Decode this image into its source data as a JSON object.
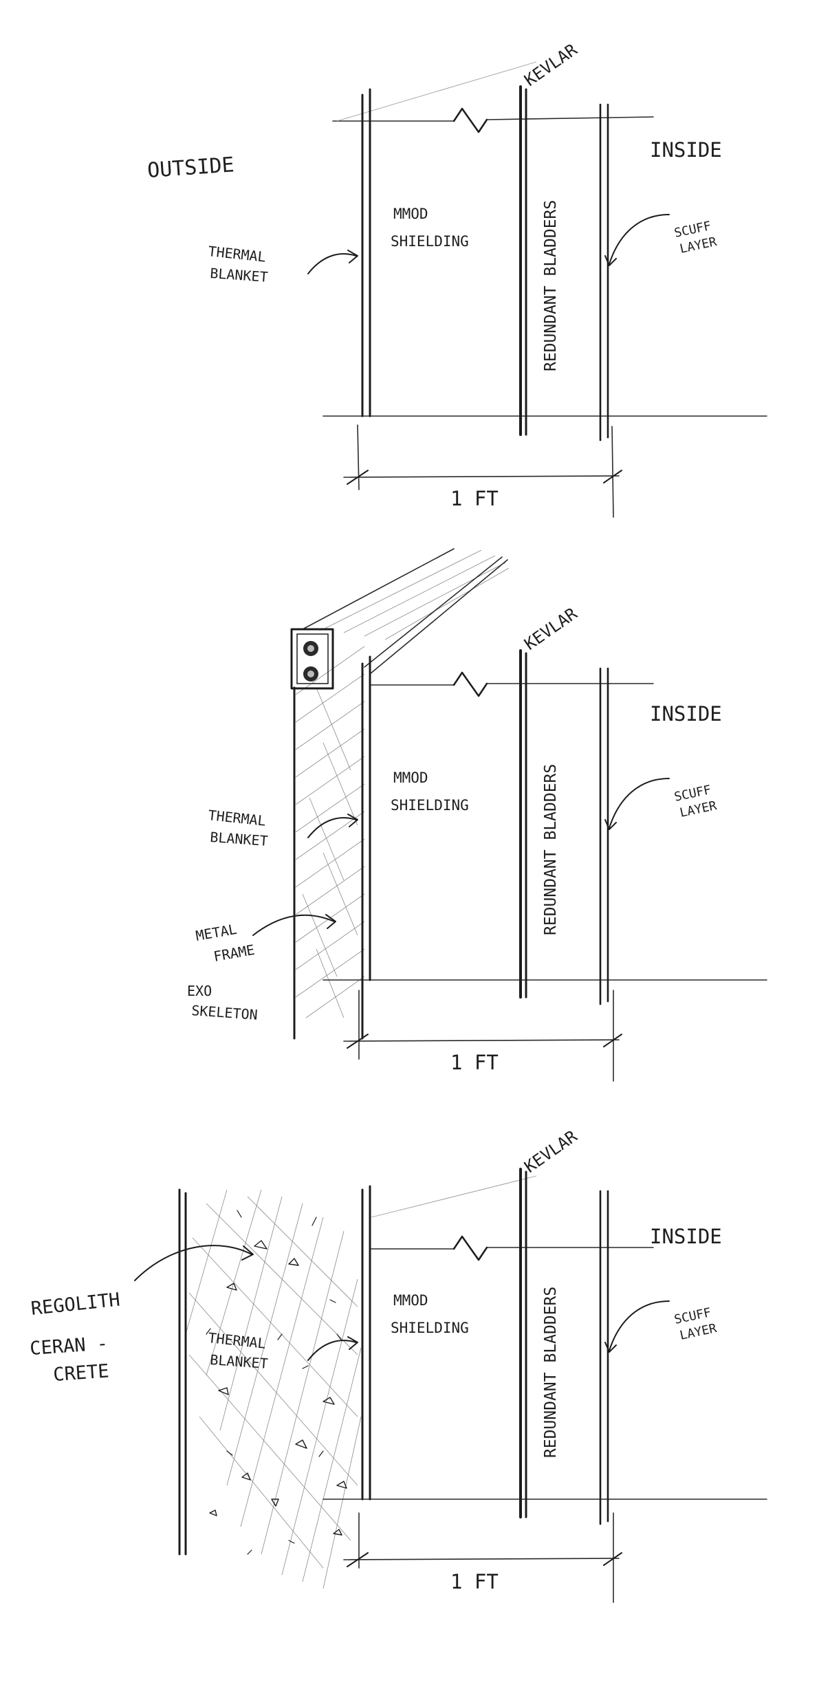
{
  "panels": [
    {
      "outside_label": "OUTSIDE",
      "inside_label": "INSIDE",
      "kevlar_label": "KEVLAR",
      "thermal_label": [
        "THERMAL",
        "BLANKET"
      ],
      "mmod_label": [
        "MMOD",
        "SHIELDING"
      ],
      "bladders_label": "REDUNDANT BLADDERS",
      "scuff_label": [
        "SCUFF",
        "LAYER"
      ],
      "dimension_label": "1 FT"
    },
    {
      "inside_label": "INSIDE",
      "kevlar_label": "KEVLAR",
      "thermal_label": [
        "THERMAL",
        "BLANKET"
      ],
      "mmod_label": [
        "MMOD",
        "SHIELDING"
      ],
      "bladders_label": "REDUNDANT BLADDERS",
      "scuff_label": [
        "SCUFF",
        "LAYER"
      ],
      "metal_frame_label": [
        "METAL",
        "FRAME"
      ],
      "exo_label": [
        "EXO",
        "SKELETON"
      ],
      "dimension_label": "1 FT"
    },
    {
      "inside_label": "INSIDE",
      "kevlar_label": "KEVLAR",
      "thermal_label": [
        "THERMAL",
        "BLANKET"
      ],
      "mmod_label": [
        "MMOD",
        "SHIELDING"
      ],
      "bladders_label": "REDUNDANT BLADDERS",
      "scuff_label": [
        "SCUFF",
        "LAYER"
      ],
      "regolith_label": [
        "REGOLITH",
        "CERAN -",
        "CRETE"
      ],
      "dimension_label": "1 FT"
    }
  ]
}
